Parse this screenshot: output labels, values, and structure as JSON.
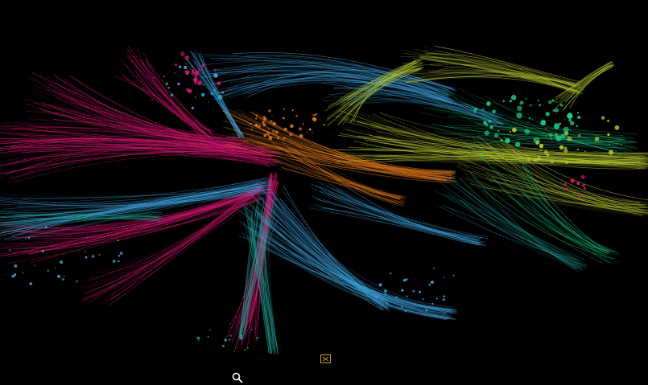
{
  "network": {
    "clusters": [
      {
        "name": "magenta",
        "color": "#d0176d"
      },
      {
        "name": "blue",
        "color": "#3fa3dd"
      },
      {
        "name": "orange",
        "color": "#e0791c"
      },
      {
        "name": "yellow-green",
        "color": "#b8c832"
      },
      {
        "name": "green",
        "color": "#1fd08c"
      },
      {
        "name": "teal",
        "color": "#24a59a"
      }
    ],
    "background": "#000000"
  },
  "toolbar": {
    "expand_icon": "expand-icon",
    "expand_color": "#c89a2a",
    "search_icon": "search-icon",
    "search_color": "#ffffff"
  }
}
